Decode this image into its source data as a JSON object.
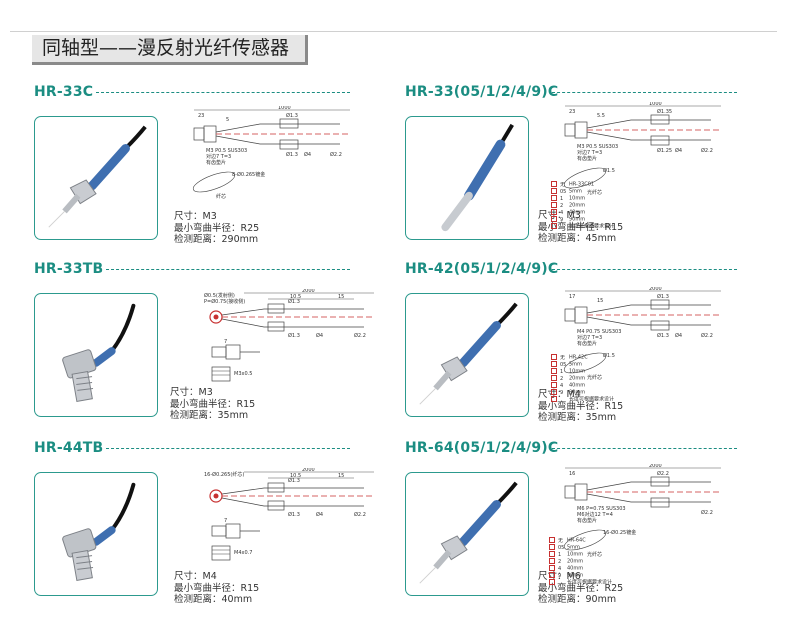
{
  "header": {
    "title": "同轴型——漫反射光纤传感器"
  },
  "spec_labels": {
    "size": "尺寸：",
    "bend": "最小弯曲半径：",
    "distance": "检测距离："
  },
  "products": [
    {
      "model": "HR-33C",
      "size": "M3",
      "bend": "R25",
      "distance": "290mm",
      "drawing": {
        "d1": "1000",
        "d2": "23",
        "d3": "5",
        "d4": "Ø1.3",
        "d5": "Ø1.3",
        "d6": "Ø4",
        "d7": "Ø2.2",
        "n1": "M3 P0.5 SUS303",
        "n2": "对边7 T=3",
        "n3": "有齿垫片",
        "n4": "8-Ø0.265镀金",
        "n5": "纤芯"
      }
    },
    {
      "model": "HR-33(05/1/2/4/9)C",
      "size": "M3",
      "bend": "R15",
      "distance": "45mm",
      "drawing": {
        "d1": "1000",
        "d2": "23",
        "d3": "5.5",
        "d4": "Ø1.35",
        "d5": "Ø1.25",
        "d6": "Ø4",
        "d7": "Ø2.2",
        "n1": "M3 P0.5 SUS303",
        "n2": "对边7 T=3",
        "n3": "有齿垫片",
        "n4": "Ø1.5",
        "n5": "光纤芯"
      },
      "legend": [
        {
          "code": "无",
          "text": "HR-33C01"
        },
        {
          "code": "05",
          "text": "5mm"
        },
        {
          "code": "1",
          "text": "10mm"
        },
        {
          "code": "2",
          "text": "20mm"
        },
        {
          "code": "4",
          "text": "40mm"
        },
        {
          "code": "9",
          "text": "90mm"
        },
        {
          "code": "",
          "text": "长度可根据要求设计"
        }
      ]
    },
    {
      "model": "HR-33TB",
      "size": "M3",
      "bend": "R15",
      "distance": "35mm",
      "drawing": {
        "d1": "2000",
        "d2": "10.5",
        "d3": "15",
        "d4": "Ø1.3",
        "d5": "Ø1.3",
        "d6": "Ø4",
        "d7": "Ø2.2",
        "n1": "Ø0.5(发射侧)",
        "n2": "P=Ø0.75(接收侧)",
        "n3": "7",
        "n4": "M3x0.5",
        "n5": ""
      }
    },
    {
      "model": "HR-42(05/1/2/4/9)C",
      "size": "M4",
      "bend": "R15",
      "distance": "35mm",
      "drawing": {
        "d1": "2000",
        "d2": "17",
        "d3": "15",
        "d4": "Ø1.3",
        "d5": "Ø1.3",
        "d6": "Ø4",
        "d7": "Ø2.2",
        "n1": "M4 P0.75 SUS303",
        "n2": "对边7 T=3",
        "n3": "有齿垫片",
        "n4": "Ø1.5",
        "n5": "光纤芯"
      },
      "legend": [
        {
          "code": "无",
          "text": "HR-42C"
        },
        {
          "code": "05",
          "text": "5mm"
        },
        {
          "code": "1",
          "text": "10mm"
        },
        {
          "code": "2",
          "text": "20mm"
        },
        {
          "code": "4",
          "text": "40mm"
        },
        {
          "code": "9",
          "text": "90mm"
        },
        {
          "code": "",
          "text": "长度可根据要求设计"
        }
      ]
    },
    {
      "model": "HR-44TB",
      "size": "M4",
      "bend": "R15",
      "distance": "40mm",
      "drawing": {
        "d1": "2000",
        "d2": "10.5",
        "d3": "15",
        "d4": "Ø1.3",
        "d5": "Ø1.3",
        "d6": "Ø4",
        "d7": "Ø2.2",
        "n1": "16-Ø0.265(纤芯)",
        "n2": "",
        "n3": "7",
        "n4": "M4x0.7",
        "n5": ""
      }
    },
    {
      "model": "HR-64(05/1/2/4/9)C",
      "size": "M6",
      "bend": "R25",
      "distance": "90mm",
      "drawing": {
        "d1": "2000",
        "d2": "16",
        "d3": "",
        "d4": "Ø2.2",
        "d5": "",
        "d6": "",
        "d7": "Ø2.2",
        "n1": "M6 P=0.75 SUS303",
        "n2": "M6对边12 T=4",
        "n3": "有齿垫片",
        "n4": "16-Ø0.25镀金",
        "n5": "光纤芯"
      },
      "legend": [
        {
          "code": "无",
          "text": "HR-64C"
        },
        {
          "code": "05",
          "text": "5mm"
        },
        {
          "code": "1",
          "text": "10mm"
        },
        {
          "code": "2",
          "text": "20mm"
        },
        {
          "code": "4",
          "text": "40mm"
        },
        {
          "code": "9",
          "text": "90mm"
        },
        {
          "code": "",
          "text": "长度可根据要求设计"
        }
      ]
    }
  ]
}
